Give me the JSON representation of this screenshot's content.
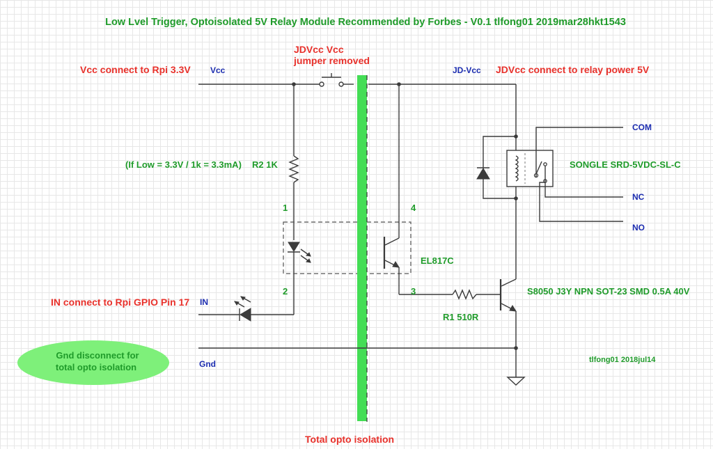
{
  "title": "Low Lvel Trigger, Optoisolated 5V Relay Module Recommended by Forbes - V0.1 tlfong01 2019mar28hkt1543",
  "labels": {
    "vcc_connect": "Vcc connect to Rpi 3.3V",
    "vcc": "Vcc",
    "jumper_line1": "JDVcc Vcc",
    "jumper_line2": "jumper removed",
    "jd_vcc": "JD-Vcc",
    "jdvcc_connect": "JDVcc connect to relay power 5V",
    "com": "COM",
    "nc": "NC",
    "no": "NO",
    "relay_part": "SONGLE SRD-5VDC-SL-C",
    "r2_note": "(If Low = 3.3V / 1k = 3.3mA)",
    "r2": "R2 1K",
    "pin1": "1",
    "pin2": "2",
    "pin3": "3",
    "pin4": "4",
    "opto_part": "EL817C",
    "in_connect": "IN connect to Rpi GPIO Pin 17",
    "in": "IN",
    "transistor_part": "S8050 J3Y NPN SOT-23 SMD 0.5A 40V",
    "r1": "R1 510R",
    "gnd": "Gnd",
    "gnd_note_line1": "Gnd disconnect for",
    "gnd_note_line2": "total opto isolation",
    "author": "tlfong01 2018jul14",
    "isolation": "Total opto isolation"
  },
  "colors": {
    "red_text": "#e8312b",
    "green_text": "#1f9b2a",
    "blue_text": "#1c2db0",
    "isolation_bar": "#44dd55",
    "note_ellipse": "#7ef07a",
    "wire": "#3b3b3b"
  }
}
